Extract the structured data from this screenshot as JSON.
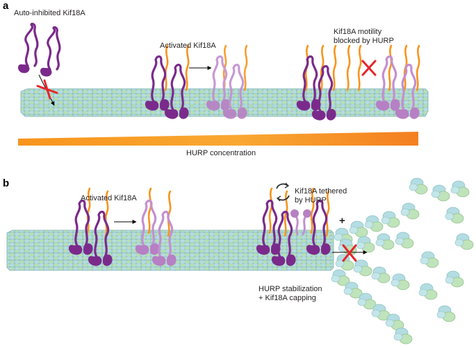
{
  "panel_a": {
    "letter": "a",
    "auto_inhibited": "Auto-inhibited Kif18A",
    "activated": "Activated Kif18A",
    "blocked_line1": "Kif18A motility",
    "blocked_line2": "blocked by HURP",
    "gradient_label": "HURP concentration"
  },
  "panel_b": {
    "letter": "b",
    "activated": "Activated Kif18A",
    "tethered_line1": "Kif18A tethered",
    "tethered_line2": "by HURP",
    "plus_end": "+",
    "stab_line1": "HURP stabilization",
    "stab_line2": "+ Kif18A capping"
  },
  "colors": {
    "kif18a": "#7b2a8c",
    "kif18a_light": "#c48fd0",
    "hurp": "#f7941d",
    "tubulin_alpha": "#9ed2d8",
    "tubulin_beta": "#a9d6a4",
    "blocked_cross": "#e5262b"
  }
}
